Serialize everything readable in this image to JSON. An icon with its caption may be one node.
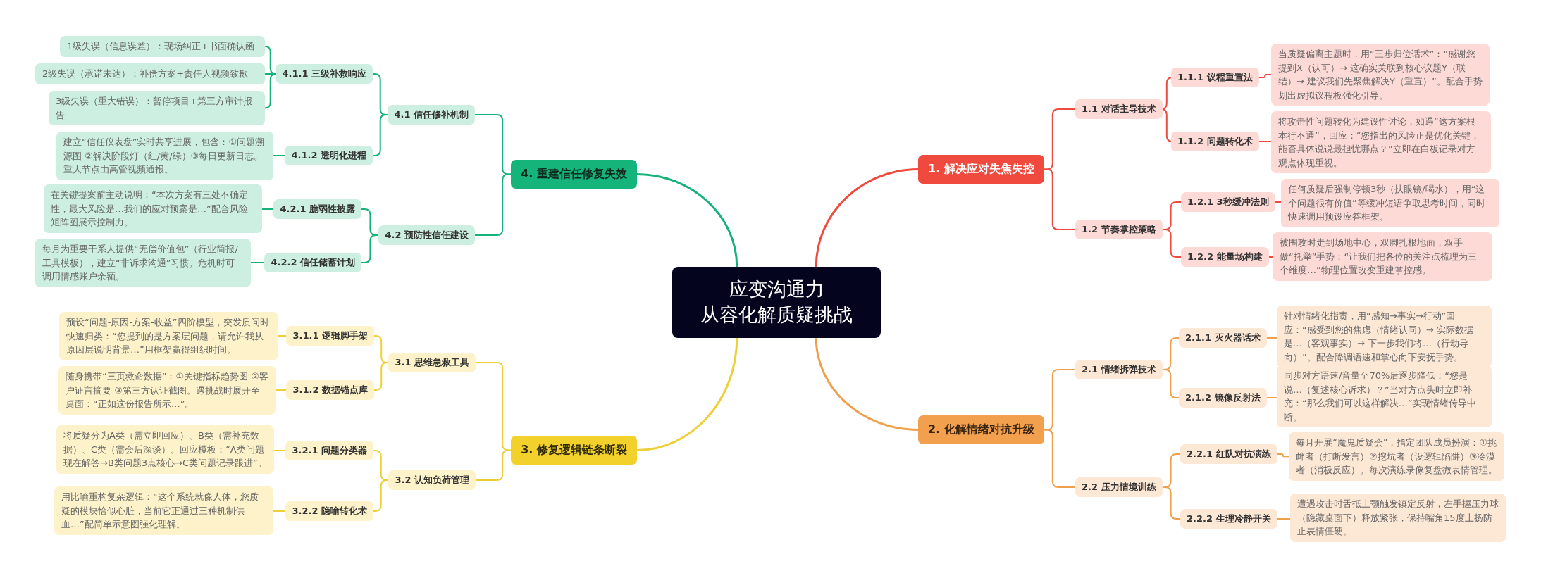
{
  "diagram": {
    "nodes": [
      {
        "text": [
          "应变沟通力",
          "从容化解质疑挑战"
        ]
      },
      {
        "text": [
          "1. 解决应对失焦失控"
        ]
      },
      {
        "text": [
          "1.1 对话主导技术"
        ]
      },
      {
        "text": [
          "1.1.1 议程重置法"
        ]
      },
      {
        "text": [
          "当质疑偏离主题时，用“三步归位话术”：“感谢您提到X（认可）→ 这确实关联到核心议题Y（联结）→ 建议我们先聚焦解决Y（重置）”。配合手势划出虚拟议程板强化引导。"
        ]
      },
      {
        "text": [
          "1.1.2 问题转化术"
        ]
      },
      {
        "text": [
          "将攻击性问题转化为建设性讨论，如遇“这方案根本行不通”，回应：“您指出的风险正是优化关键，能否具体说说最担忧哪点？”立即在白板记录对方观点体现重视。"
        ]
      },
      {
        "text": [
          "1.2 节奏掌控策略"
        ]
      },
      {
        "text": [
          "1.2.1 3秒缓冲法则"
        ]
      },
      {
        "text": [
          "任何质疑后强制停顿3秒（扶眼镜/喝水），用“这个问题很有价值”等缓冲短语争取思考时间，同时快速调用预设应答框架。"
        ]
      },
      {
        "text": [
          "1.2.2 能量场构建"
        ]
      },
      {
        "text": [
          "被围攻时走到场地中心，双脚扎根地面，双手做“托举”手势：“让我们把各位的关注点梳理为三个维度…”物理位置改变重建掌控感。"
        ]
      },
      {
        "text": [
          "2. 化解情绪对抗升级"
        ]
      },
      {
        "text": [
          "2.1 情绪拆弹技术"
        ]
      },
      {
        "text": [
          "2.1.1 灭火器话术"
        ]
      },
      {
        "text": [
          "针对情绪化指责，用“感知→事实→行动”回应：“感受到您的焦虑（情绪认同）→ 实际数据是…（客观事实）→ 下一步我们将…（行动导向）”。配合降调语速和掌心向下安抚手势。"
        ]
      },
      {
        "text": [
          "2.1.2 镜像反射法"
        ]
      },
      {
        "text": [
          "同步对方语速/音量至70%后逐步降低：“您是说…（复述核心诉求）？”当对方点头时立即补充：“那么我们可以这样解决…”实现情绪传导中断。"
        ]
      },
      {
        "text": [
          "2.2 压力情境训练"
        ]
      },
      {
        "text": [
          "2.2.1 红队对抗演练"
        ]
      },
      {
        "text": [
          "每月开展“魔鬼质疑会”，指定团队成员扮演：①挑衅者（打断发言）②挖坑者（设逻辑陷阱）③冷漠者（消极反应）。每次演练录像复盘微表情管理。"
        ]
      },
      {
        "text": [
          "2.2.2 生理冷静开关"
        ]
      },
      {
        "text": [
          "遭遇攻击时舌抵上颚触发镇定反射，左手握压力球（隐藏桌面下）释放紧张，保持嘴角15度上扬防止表情僵硬。"
        ]
      },
      {
        "text": [
          "3. 修复逻辑链条断裂"
        ]
      },
      {
        "text": [
          "3.1 思维急救工具"
        ]
      },
      {
        "text": [
          "3.1.1 逻辑脚手架"
        ]
      },
      {
        "text": [
          "预设“问题-原因-方案-收益”四阶模型，突发质问时快速归类：“您提到的是方案层问题，请允许我从原因层说明背景…”用框架赢得组织时间。"
        ]
      },
      {
        "text": [
          "3.1.2 数据锚点库"
        ]
      },
      {
        "text": [
          "随身携带“三页救命数据”：①关键指标趋势图 ②客户证言摘要 ③第三方认证截图。遇挑战时展开至桌面：“正如这份报告所示…”。"
        ]
      },
      {
        "text": [
          "3.2 认知负荷管理"
        ]
      },
      {
        "text": [
          "3.2.1 问题分类器"
        ]
      },
      {
        "text": [
          "将质疑分为A类（需立即回应）、B类（需补充数据）、C类（需会后深谈）。回应模板：“A类问题现在解答→B类问题3点核心→C类问题记录跟进”。"
        ]
      },
      {
        "text": [
          "3.2.2 隐喻转化术"
        ]
      },
      {
        "text": [
          "用比喻重构复杂逻辑：“这个系统就像人体，您质疑的模块恰似心脏，当前它正通过三种机制供血…”配简单示意图强化理解。"
        ]
      },
      {
        "text": [
          "4. 重建信任修复失效"
        ]
      },
      {
        "text": [
          "4.1 信任修补机制"
        ]
      },
      {
        "text": [
          "4.1.1 三级补救响应"
        ]
      },
      {
        "text": [
          "1级失误（信息误差）：现场纠正+书面确认函"
        ]
      },
      {
        "text": [
          "2级失误（承诺未达）：补偿方案+责任人视频致歉"
        ]
      },
      {
        "text": [
          "3级失误（重大错误）：暂停项目+第三方审计报告"
        ]
      },
      {
        "text": [
          "4.1.2 透明化进程"
        ]
      },
      {
        "text": [
          "建立“信任仪表盘”实时共享进展，包含：①问题溯源图 ②解决阶段灯（红/黄/绿）③每日更新日志。重大节点由高管视频通报。"
        ]
      },
      {
        "text": [
          "4.2 预防性信任建设"
        ]
      },
      {
        "text": [
          "4.2.1 脆弱性披露"
        ]
      },
      {
        "text": [
          "在关键提案前主动说明：“本次方案有三处不确定性，最大风险是…我们的应对预案是…”配合风险矩阵图展示控制力。"
        ]
      },
      {
        "text": [
          "4.2.2 信任储蓄计划"
        ]
      },
      {
        "text": [
          "每月为重要干系人提供“无偿价值包”（行业简报/工具模板），建立“非诉求沟通”习惯。危机时可调用情感账户余额。"
        ]
      }
    ],
    "edges": [
      {
        "from": 0,
        "to": 1,
        "arrow": "none",
        "color": "#ef4a3d"
      },
      {
        "from": 1,
        "to": 2,
        "arrow": "none",
        "color": "#ef4a3d"
      },
      {
        "from": 2,
        "to": 3,
        "arrow": "none",
        "color": "#ef4a3d"
      },
      {
        "from": 3,
        "to": 4,
        "arrow": "none",
        "color": "#ef4a3d"
      },
      {
        "from": 2,
        "to": 5,
        "arrow": "none",
        "color": "#ef4a3d"
      },
      {
        "from": 5,
        "to": 6,
        "arrow": "none",
        "color": "#ef4a3d"
      },
      {
        "from": 1,
        "to": 7,
        "arrow": "none",
        "color": "#ef4a3d"
      },
      {
        "from": 7,
        "to": 8,
        "arrow": "none",
        "color": "#ef4a3d"
      },
      {
        "from": 8,
        "to": 9,
        "arrow": "none",
        "color": "#ef4a3d"
      },
      {
        "from": 7,
        "to": 10,
        "arrow": "none",
        "color": "#ef4a3d"
      },
      {
        "from": 10,
        "to": 11,
        "arrow": "none",
        "color": "#ef4a3d"
      },
      {
        "from": 0,
        "to": 12,
        "arrow": "none",
        "color": "#f0a04b"
      },
      {
        "from": 12,
        "to": 13,
        "arrow": "none",
        "color": "#f0a04b"
      },
      {
        "from": 13,
        "to": 14,
        "arrow": "none",
        "color": "#f0a04b"
      },
      {
        "from": 14,
        "to": 15,
        "arrow": "none",
        "color": "#f0a04b"
      },
      {
        "from": 13,
        "to": 16,
        "arrow": "none",
        "color": "#f0a04b"
      },
      {
        "from": 16,
        "to": 17,
        "arrow": "none",
        "color": "#f0a04b"
      },
      {
        "from": 12,
        "to": 18,
        "arrow": "none",
        "color": "#f0a04b"
      },
      {
        "from": 18,
        "to": 19,
        "arrow": "none",
        "color": "#f0a04b"
      },
      {
        "from": 19,
        "to": 20,
        "arrow": "none",
        "color": "#f0a04b"
      },
      {
        "from": 18,
        "to": 21,
        "arrow": "none",
        "color": "#f0a04b"
      },
      {
        "from": 21,
        "to": 22,
        "arrow": "none",
        "color": "#f0a04b"
      },
      {
        "from": 0,
        "to": 23,
        "arrow": "none",
        "color": "#ecd03a"
      },
      {
        "from": 23,
        "to": 24,
        "arrow": "none",
        "color": "#ecd03a"
      },
      {
        "from": 24,
        "to": 25,
        "arrow": "none",
        "color": "#ecd03a"
      },
      {
        "from": 25,
        "to": 26,
        "arrow": "none",
        "color": "#ecd03a"
      },
      {
        "from": 24,
        "to": 27,
        "arrow": "none",
        "color": "#ecd03a"
      },
      {
        "from": 27,
        "to": 28,
        "arrow": "none",
        "color": "#ecd03a"
      },
      {
        "from": 23,
        "to": 29,
        "arrow": "none",
        "color": "#ecd03a"
      },
      {
        "from": 29,
        "to": 30,
        "arrow": "none",
        "color": "#ecd03a"
      },
      {
        "from": 30,
        "to": 31,
        "arrow": "none",
        "color": "#ecd03a"
      },
      {
        "from": 29,
        "to": 32,
        "arrow": "none",
        "color": "#ecd03a"
      },
      {
        "from": 32,
        "to": 33,
        "arrow": "none",
        "color": "#ecd03a"
      },
      {
        "from": 0,
        "to": 34,
        "arrow": "none",
        "color": "#15b27a"
      },
      {
        "from": 34,
        "to": 35,
        "arrow": "none",
        "color": "#15b27a"
      },
      {
        "from": 35,
        "to": 36,
        "arrow": "none",
        "color": "#15b27a"
      },
      {
        "from": 36,
        "to": 37,
        "arrow": "none",
        "color": "#15b27a"
      },
      {
        "from": 36,
        "to": 38,
        "arrow": "none",
        "color": "#15b27a"
      },
      {
        "from": 36,
        "to": 39,
        "arrow": "none",
        "color": "#15b27a"
      },
      {
        "from": 35,
        "to": 40,
        "arrow": "none",
        "color": "#15b27a"
      },
      {
        "from": 40,
        "to": 41,
        "arrow": "none",
        "color": "#15b27a"
      },
      {
        "from": 34,
        "to": 42,
        "arrow": "none",
        "color": "#15b27a"
      },
      {
        "from": 42,
        "to": 43,
        "arrow": "none",
        "color": "#15b27a"
      },
      {
        "from": 43,
        "to": 44,
        "arrow": "none",
        "color": "#15b27a"
      },
      {
        "from": 42,
        "to": 45,
        "arrow": "none",
        "color": "#15b27a"
      },
      {
        "from": 45,
        "to": 46,
        "arrow": "none",
        "color": "#15b27a"
      }
    ]
  }
}
